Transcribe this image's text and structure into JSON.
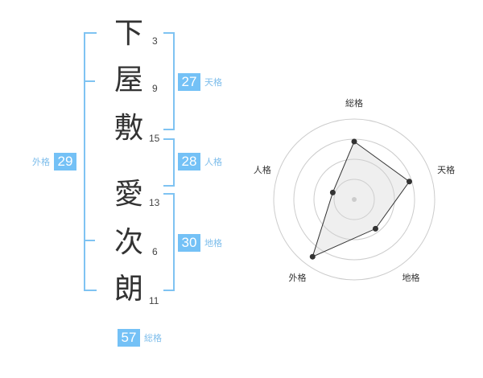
{
  "name": {
    "chars": [
      {
        "kanji": "下",
        "strokes": "3"
      },
      {
        "kanji": "屋",
        "strokes": "9"
      },
      {
        "kanji": "敷",
        "strokes": "15"
      },
      {
        "kanji": "愛",
        "strokes": "13"
      },
      {
        "kanji": "次",
        "strokes": "6"
      },
      {
        "kanji": "朗",
        "strokes": "11"
      }
    ]
  },
  "scores": {
    "tenkaku": {
      "value": "27",
      "label": "天格"
    },
    "jinkaku": {
      "value": "28",
      "label": "人格"
    },
    "chikaku": {
      "value": "30",
      "label": "地格"
    },
    "gaikaku": {
      "value": "29",
      "label": "外格"
    },
    "soukaku": {
      "value": "57",
      "label": "総格"
    }
  },
  "colors": {
    "accent": "#74c1f6",
    "label": "#7dbdeb",
    "ring": "#cccccc"
  },
  "chart_data": {
    "type": "radar",
    "axes": [
      "総格",
      "天格",
      "地格",
      "外格",
      "人格"
    ],
    "values": [
      0.72,
      0.72,
      0.45,
      0.88,
      0.28
    ],
    "range": [
      0,
      1
    ],
    "rings": 4
  }
}
